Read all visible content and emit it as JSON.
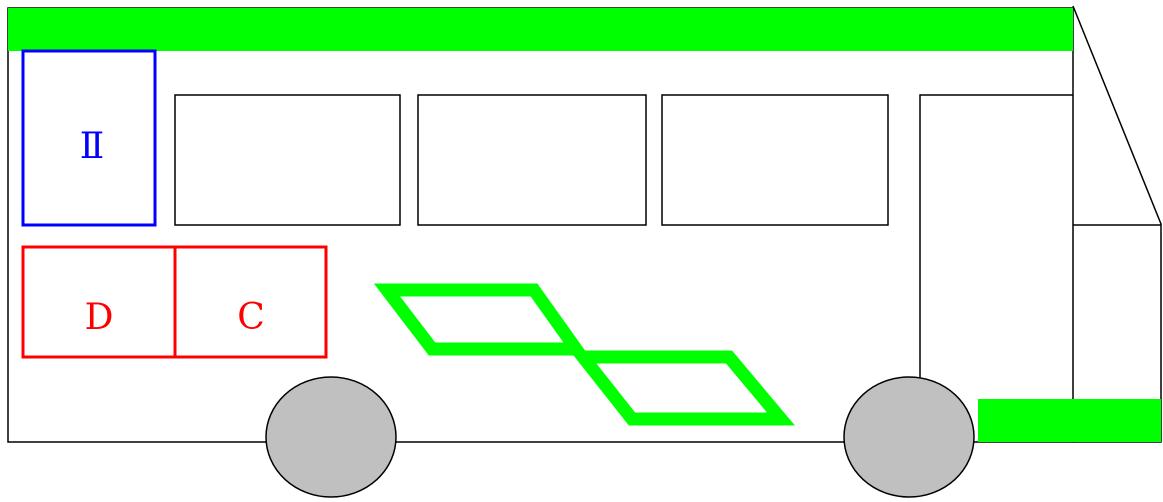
{
  "labels": {
    "blue_box": "Ⅱ",
    "red_left": "D",
    "red_right": "C"
  },
  "colors": {
    "accent_green": "#00ff00",
    "blue": "#0000ff",
    "red": "#ff0000",
    "wheel_fill": "#c0c0c0",
    "outline": "#000000"
  }
}
